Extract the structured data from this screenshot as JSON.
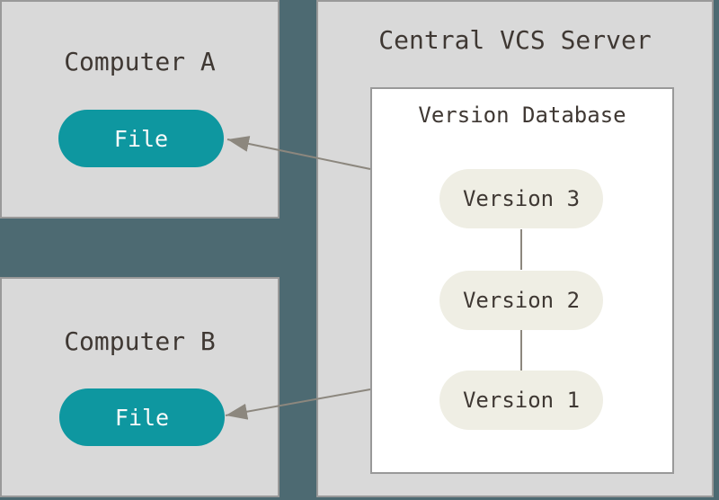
{
  "panels": {
    "computer_a": {
      "title": "Computer A",
      "file": {
        "label": "File"
      }
    },
    "computer_b": {
      "title": "Computer B",
      "file": {
        "label": "File"
      }
    },
    "server": {
      "title": "Central VCS Server",
      "database": {
        "title": "Version Database",
        "versions": [
          {
            "label": "Version 3"
          },
          {
            "label": "Version 2"
          },
          {
            "label": "Version 1"
          }
        ]
      }
    }
  },
  "colors": {
    "background": "#4d6a72",
    "panel_fill": "#d9d9d9",
    "panel_border": "#999999",
    "db_fill": "#ffffff",
    "file_pill_fill": "#0e97a0",
    "file_pill_text": "#fafafa",
    "version_pill_fill": "#efeee4",
    "title_text": "#3f3833",
    "arrow": "#8c877e"
  }
}
